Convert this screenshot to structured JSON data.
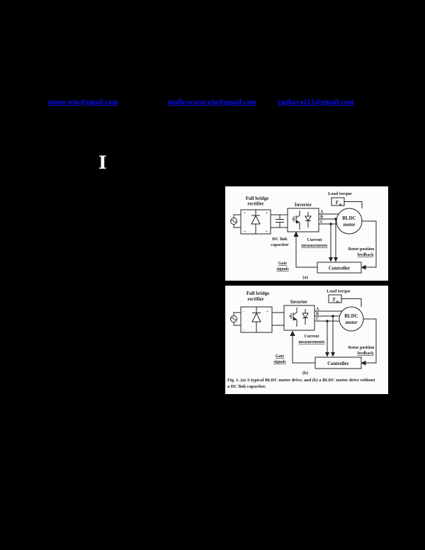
{
  "page": {
    "background_color": "#000000",
    "link_color": "#0b0bf5"
  },
  "emails": [
    "mano.win@gmail.com",
    "malleswararaju@gmail.com",
    "raghava123@gmail.com"
  ],
  "drop_cap": "I",
  "diagram_labels": {
    "full_bridge_1": "Full bridge",
    "full_bridge_2": "rectifier",
    "dc_link_1": "DC link",
    "dc_link_2": "capacitor",
    "inverter": "Inverter",
    "load_torque": "Load torque",
    "torque_symbol": "T",
    "torque_sub": "m",
    "phase_a": "A",
    "phase_b": "B",
    "phase_c": "C",
    "motor_1": "BLDC",
    "motor_2": "motor",
    "current_1": "Current",
    "current_2": "measurements",
    "rotor_1": "Rotor position",
    "rotor_2": "feedback",
    "gate_1": "Gate",
    "gate_2": "signals",
    "controller": "Controller",
    "plus": "+",
    "minus": "-"
  },
  "figure": {
    "tag_a": "(a)",
    "tag_b": "(b)",
    "caption_line1": "Fig. 1. (a) A typical BLDC motor drive, and (b) a BLDC motor drive without",
    "caption_line2": "a DC link capacitor."
  }
}
